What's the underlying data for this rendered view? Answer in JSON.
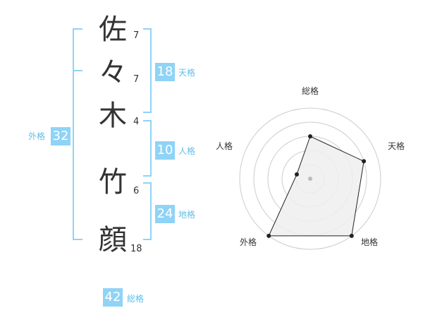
{
  "name_chars": [
    {
      "char": "佐",
      "strokes": "7"
    },
    {
      "char": "々",
      "strokes": "7"
    },
    {
      "char": "木",
      "strokes": "4"
    },
    {
      "char": "竹",
      "strokes": "6"
    },
    {
      "char": "顔",
      "strokes": "18"
    }
  ],
  "scores": {
    "tenkaku": {
      "label": "天格",
      "value": "18"
    },
    "jinkaku": {
      "label": "人格",
      "value": "10"
    },
    "chikaku": {
      "label": "地格",
      "value": "24"
    },
    "gaikaku": {
      "label": "外格",
      "value": "32"
    },
    "soukaku": {
      "label": "総格",
      "value": "42"
    }
  },
  "colors": {
    "accent": "#8fd3f7",
    "label_text": "#5fbfe9",
    "radar_fill": "#eeeeee",
    "radar_grid": "#cccccc",
    "radar_line": "#222222"
  },
  "chart_data": {
    "type": "radar",
    "axes": [
      "総格",
      "天格",
      "地格",
      "外格",
      "人格"
    ],
    "levels": 5,
    "values": [
      3,
      4,
      5,
      5,
      1
    ]
  }
}
